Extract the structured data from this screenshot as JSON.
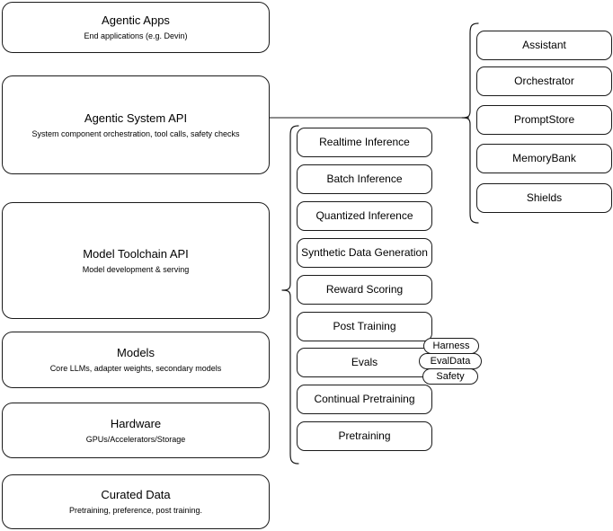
{
  "diagram": {
    "title": "AI stack layered architecture diagram",
    "stroke_color": "#1a1a1a",
    "background_color": "#ffffff",
    "text_color": "#000000"
  },
  "stack_layers": [
    {
      "title": "Agentic Apps",
      "subtitle": "End applications (e.g. Devin)"
    },
    {
      "title": "Agentic System API",
      "subtitle": "System component orchestration, tool calls, safety checks"
    },
    {
      "title": "Model Toolchain API",
      "subtitle": "Model development & serving"
    },
    {
      "title": "Models",
      "subtitle": "Core LLMs, adapter weights, secondary models"
    },
    {
      "title": "Hardware",
      "subtitle": "GPUs/Accelerators/Storage"
    },
    {
      "title": "Curated Data",
      "subtitle": "Pretraining, preference, post training."
    }
  ],
  "toolchain_capabilities": [
    {
      "label": "Realtime Inference"
    },
    {
      "label": "Batch Inference"
    },
    {
      "label": "Quantized Inference"
    },
    {
      "label": "Synthetic Data Generation"
    },
    {
      "label": "Reward Scoring"
    },
    {
      "label": "Post Training"
    },
    {
      "label": "Evals"
    },
    {
      "label": "Continual Pretraining"
    },
    {
      "label": "Pretraining"
    }
  ],
  "eval_subcomponents": [
    {
      "label": "Harness"
    },
    {
      "label": "EvalData"
    },
    {
      "label": "Safety"
    }
  ],
  "agentic_system_components": [
    {
      "label": "Assistant"
    },
    {
      "label": "Orchestrator"
    },
    {
      "label": "PromptStore"
    },
    {
      "label": "MemoryBank"
    },
    {
      "label": "Shields"
    }
  ]
}
